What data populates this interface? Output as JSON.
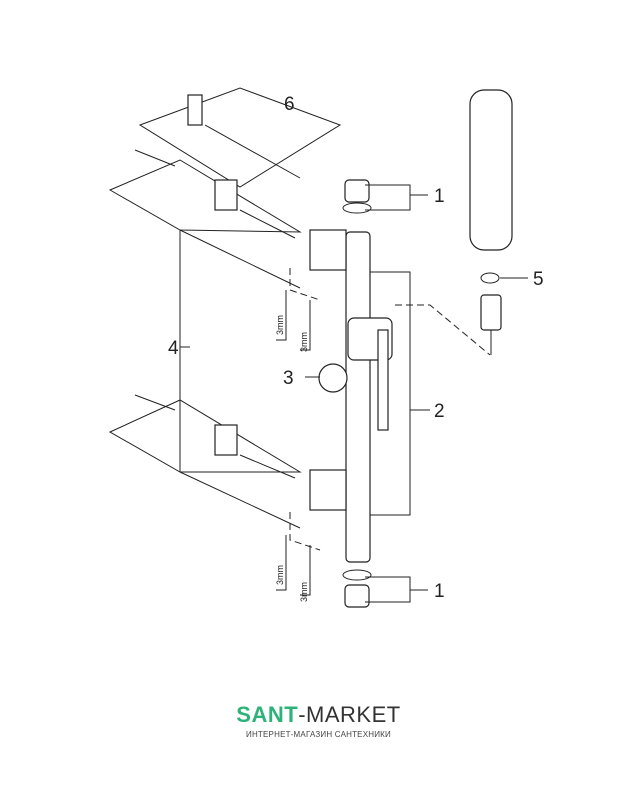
{
  "diagram": {
    "callouts": {
      "c6": "6",
      "c1_top": "1",
      "c5": "5",
      "c4": "4",
      "c3": "3",
      "c2": "2",
      "c1_bottom": "1"
    },
    "tool_labels": [
      "3mm",
      "3mm",
      "3mm",
      "3mm"
    ]
  },
  "logo": {
    "brand_green": "SANT",
    "brand_dark": "-MARKET",
    "tagline": "ИНТЕРНЕТ-МАГАЗИН САНТЕХНИКИ",
    "accent_color": "#2db37a"
  }
}
